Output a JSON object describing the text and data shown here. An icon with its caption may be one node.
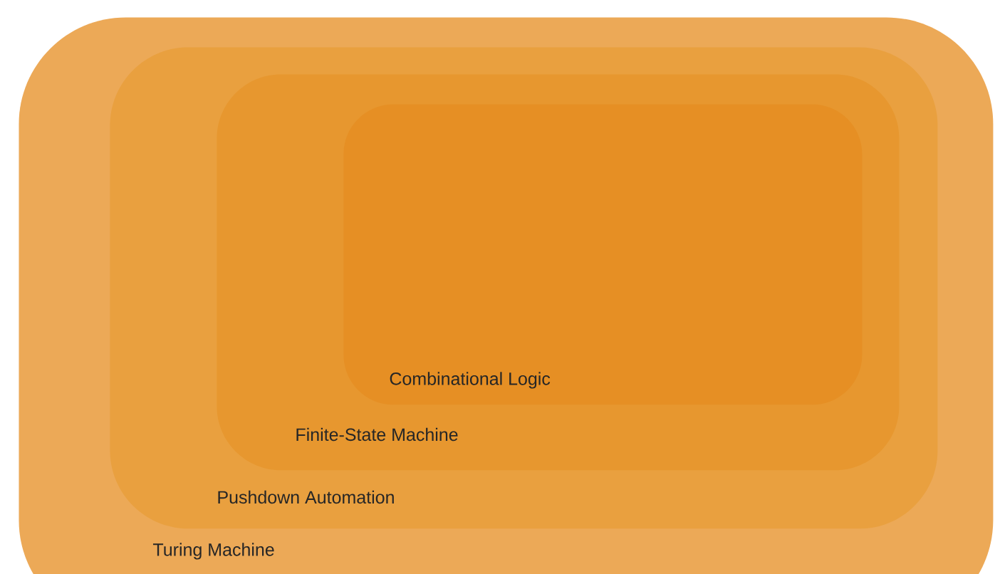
{
  "diagram": {
    "nodes": [
      {
        "text": [
          "Turing Machine"
        ]
      },
      {
        "text": [
          "Pushdown Automation"
        ],
        "in": 0
      },
      {
        "text": [
          "Finite-State Machine"
        ],
        "in": 1
      },
      {
        "text": [
          "Combinational Logic"
        ],
        "in": 2
      }
    ]
  }
}
